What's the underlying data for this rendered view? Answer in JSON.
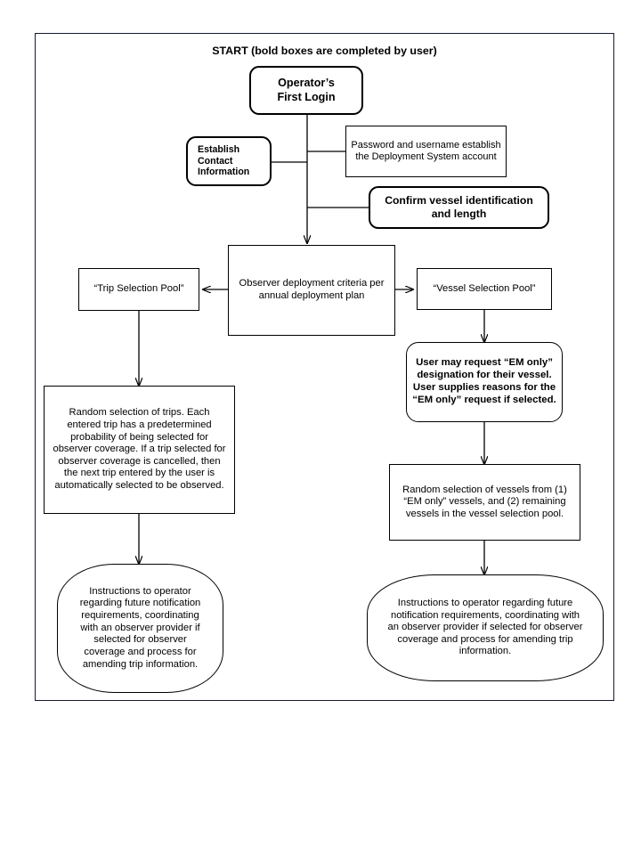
{
  "diagram": {
    "title": "START (bold boxes are completed by user)",
    "nodes": {
      "operator_first_login": "Operator’s\nFirst Login",
      "establish_contact": "Establish\nContact\nInformation",
      "password_username": "Password and username establish the Deployment System account",
      "confirm_vessel": "Confirm vessel identification and length",
      "observer_criteria": "Observer deployment criteria per annual deployment plan",
      "trip_selection_pool": "“Trip Selection Pool”",
      "vessel_selection_pool": "“Vessel Selection Pool”",
      "em_only_request": "User may request “EM only”  designation  for their vessel.  User supplies reasons for the “EM only”  request if selected.",
      "random_trips": "Random selection of trips. Each entered trip has a predetermined probability of being selected for observer coverage. If a trip selected for observer coverage is cancelled, then the next trip entered by the user is automatically selected to be observed.",
      "random_vessels": "Random selection of vessels from (1) “EM only” vessels, and (2) remaining vessels in the vessel selection pool.",
      "instructions_trip": "Instructions to operator regarding future notification requirements, coordinating with an observer provider if selected for observer coverage and process for amending trip information.",
      "instructions_vessel": "Instructions to operator regarding future notification requirements, coordinating with an observer provider if selected for observer coverage and process for amending trip information."
    },
    "colors": {
      "frame_border": "#161a2e",
      "node_border": "#000000",
      "connector": "#000000",
      "background": "#ffffff",
      "text": "#000000"
    }
  }
}
